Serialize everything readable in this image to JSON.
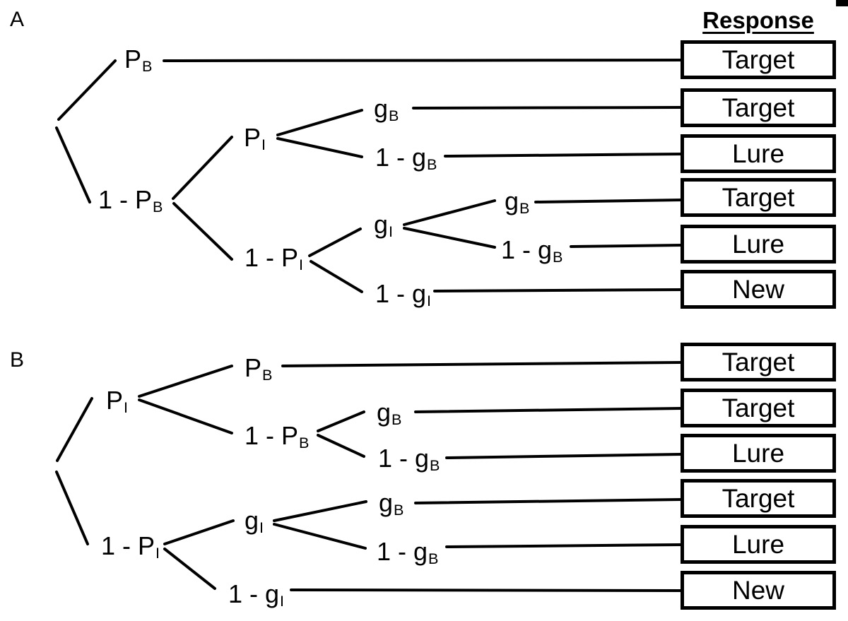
{
  "header": {
    "response_label": "Response"
  },
  "panels": [
    {
      "label": "A",
      "branches": [
        {
          "main": "P",
          "sub": "B"
        },
        {
          "main": "1 - P",
          "sub": "B"
        },
        {
          "main": "P",
          "sub": "I"
        },
        {
          "main": "1 - P",
          "sub": "I"
        },
        {
          "main": "g",
          "sub": "B"
        },
        {
          "main": "1 - g",
          "sub": "B"
        },
        {
          "main": "g",
          "sub": "I"
        },
        {
          "main": "g",
          "sub": "B"
        },
        {
          "main": "1 - g",
          "sub": "B"
        },
        {
          "main": "1 - g",
          "sub": "I"
        }
      ],
      "responses": [
        "Target",
        "Target",
        "Lure",
        "Target",
        "Lure",
        "New"
      ]
    },
    {
      "label": "B",
      "branches": [
        {
          "main": "P",
          "sub": "I"
        },
        {
          "main": "1 - P",
          "sub": "I"
        },
        {
          "main": "P",
          "sub": "B"
        },
        {
          "main": "1 - P",
          "sub": "B"
        },
        {
          "main": "g",
          "sub": "B"
        },
        {
          "main": "1 - g",
          "sub": "B"
        },
        {
          "main": "g",
          "sub": "I"
        },
        {
          "main": "g",
          "sub": "B"
        },
        {
          "main": "1 - g",
          "sub": "B"
        },
        {
          "main": "1 - g",
          "sub": "I"
        }
      ],
      "responses": [
        "Target",
        "Target",
        "Lure",
        "Target",
        "Lure",
        "New"
      ]
    }
  ],
  "colors": {
    "line": "#000000",
    "background": "#ffffff"
  }
}
